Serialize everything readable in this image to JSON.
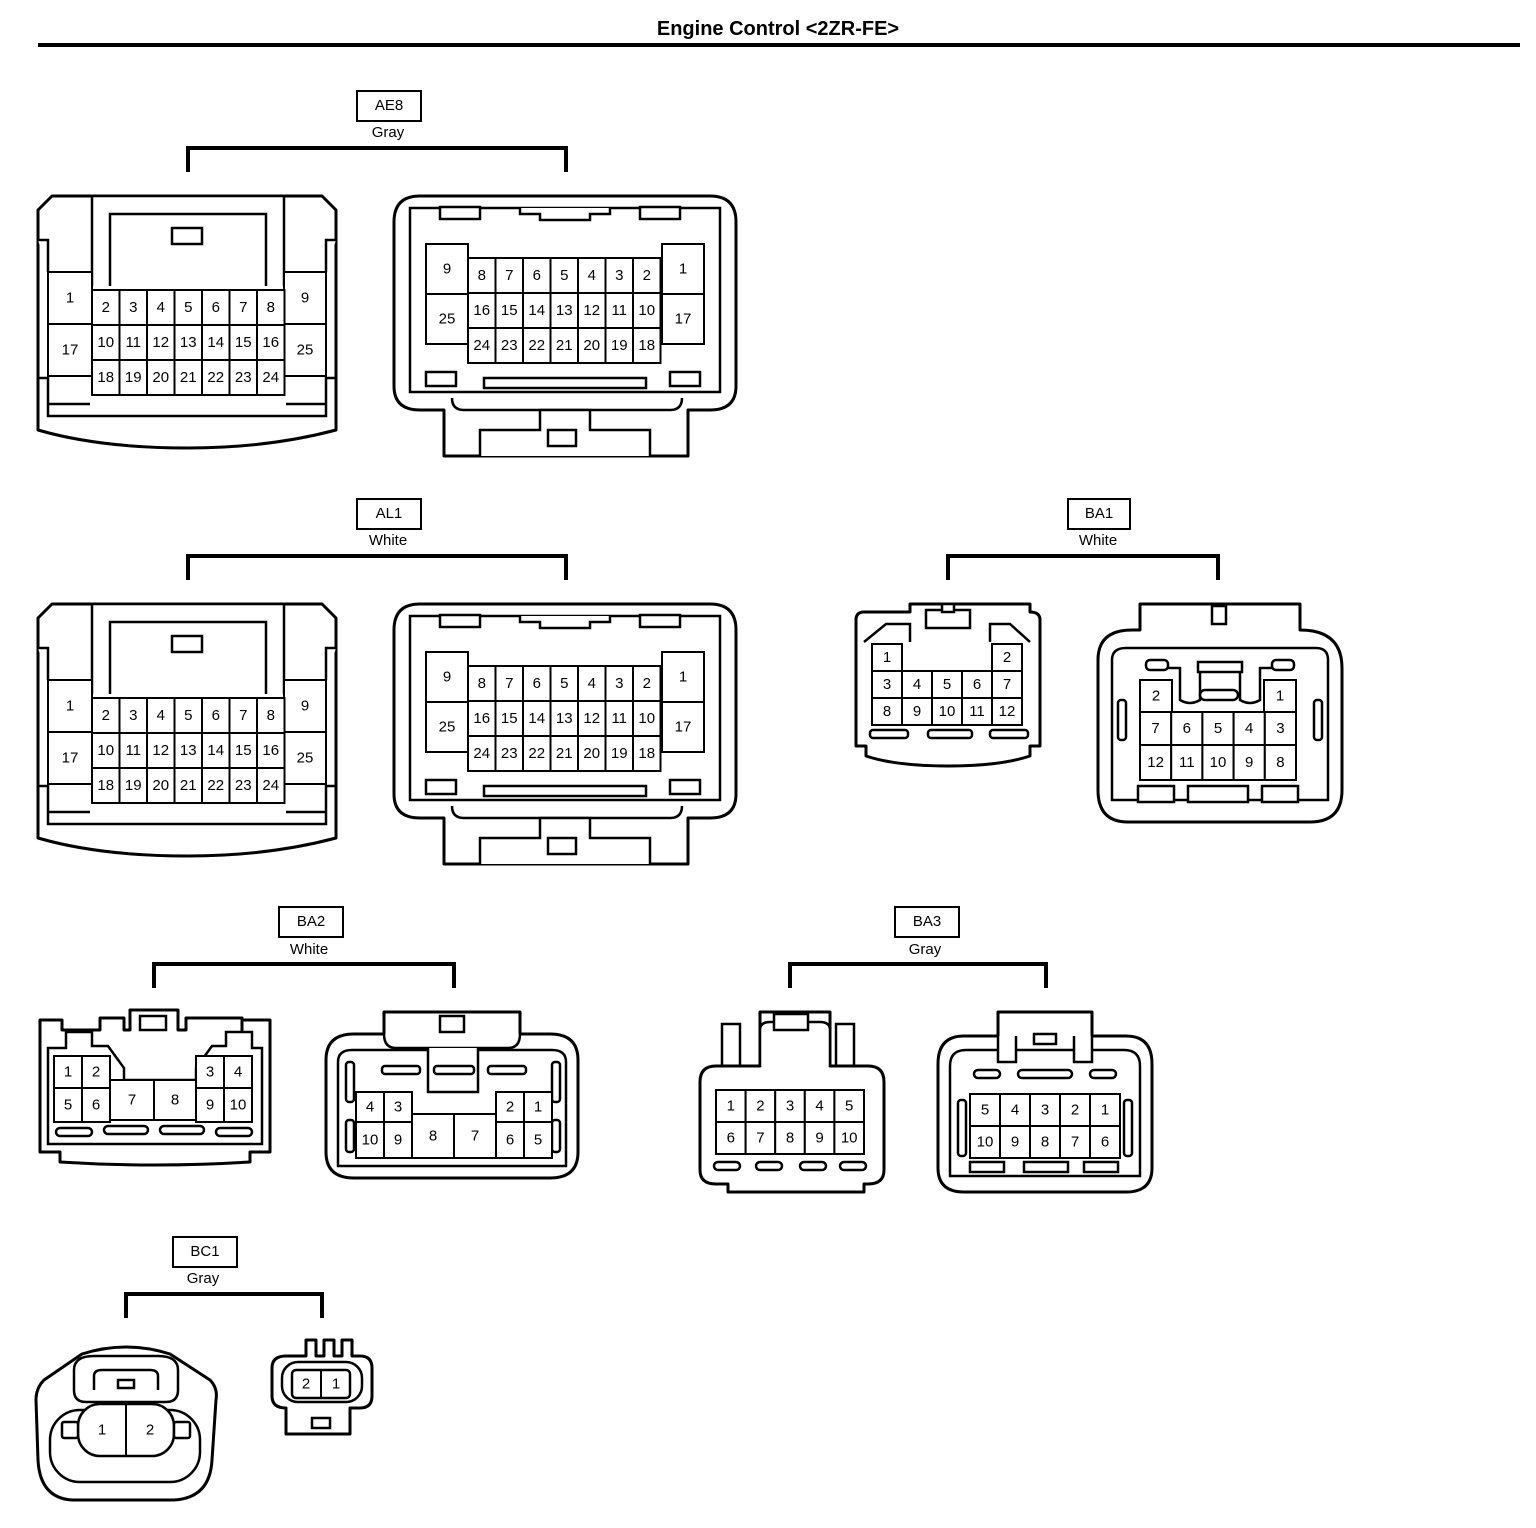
{
  "title": "Engine Control <2ZR-FE>",
  "connectors": [
    {
      "id": "AE8",
      "color": "Gray"
    },
    {
      "id": "AL1",
      "color": "White"
    },
    {
      "id": "BA1",
      "color": "White"
    },
    {
      "id": "BA2",
      "color": "White"
    },
    {
      "id": "BA3",
      "color": "Gray"
    },
    {
      "id": "BC1",
      "color": "Gray"
    }
  ],
  "pins": {
    "c25_female": [
      [
        "1",
        "2",
        "3",
        "4",
        "5",
        "6",
        "7",
        "8",
        "9"
      ],
      [
        "17",
        "10",
        "11",
        "12",
        "13",
        "14",
        "15",
        "16",
        "25"
      ],
      [
        "18",
        "19",
        "20",
        "21",
        "22",
        "23",
        "24"
      ]
    ],
    "c25_male": [
      [
        "9",
        "8",
        "7",
        "6",
        "5",
        "4",
        "3",
        "2",
        "1"
      ],
      [
        "25",
        "16",
        "15",
        "14",
        "13",
        "12",
        "11",
        "10",
        "17"
      ],
      [
        "24",
        "23",
        "22",
        "21",
        "20",
        "19",
        "18"
      ]
    ],
    "ba1_female": [
      [
        "1",
        "2"
      ],
      [
        "3",
        "4",
        "5",
        "6",
        "7"
      ],
      [
        "8",
        "9",
        "10",
        "11",
        "12"
      ]
    ],
    "ba1_male": [
      [
        "2",
        "1"
      ],
      [
        "7",
        "6",
        "5",
        "4",
        "3"
      ],
      [
        "12",
        "11",
        "10",
        "9",
        "8"
      ]
    ],
    "ba2_female": [
      [
        "1",
        "2",
        "3",
        "4"
      ],
      [
        "5",
        "6",
        "7",
        "8",
        "9",
        "10"
      ]
    ],
    "ba2_male": [
      [
        "4",
        "3",
        "2",
        "1"
      ],
      [
        "10",
        "9",
        "8",
        "7",
        "6",
        "5"
      ]
    ],
    "ba3_female": [
      [
        "1",
        "2",
        "3",
        "4",
        "5"
      ],
      [
        "6",
        "7",
        "8",
        "9",
        "10"
      ]
    ],
    "ba3_male": [
      [
        "5",
        "4",
        "3",
        "2",
        "1"
      ],
      [
        "10",
        "9",
        "8",
        "7",
        "6"
      ]
    ],
    "bc1_female": [
      "1",
      "2"
    ],
    "bc1_male": [
      "2",
      "1"
    ]
  }
}
